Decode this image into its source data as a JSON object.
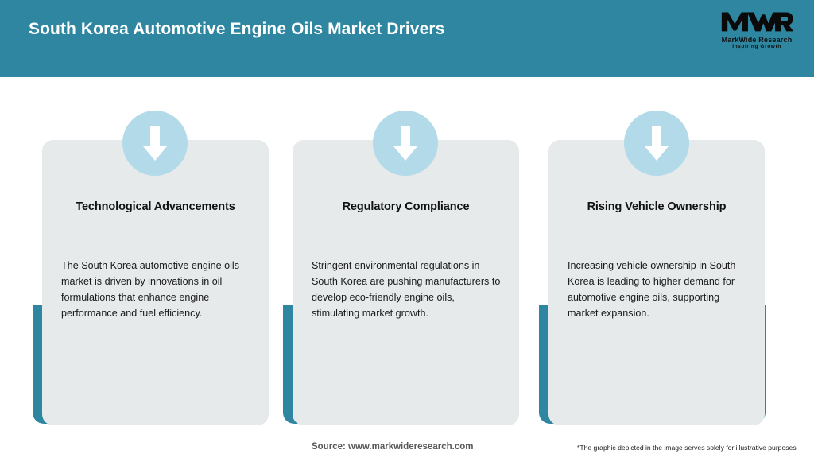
{
  "header": {
    "title": "South Korea Automotive Engine Oils Market Drivers",
    "band_color": "#2E86A0",
    "title_color": "#FFFFFF"
  },
  "logo": {
    "mark": "MWR",
    "name": "MarkWide Research",
    "tagline": "Inspiring Growth"
  },
  "colors": {
    "teal": "#2E86A0",
    "light_blue": "#B2DAE8",
    "card_bg": "#E6EAEB",
    "page_bg": "#FFFFFF",
    "text": "#111111",
    "footer_text": "#58595B"
  },
  "cards": [
    {
      "icon": "down-arrow-icon",
      "title": "Technological Advancements",
      "text": "The South Korea automotive engine oils market is driven by innovations in oil formulations that enhance engine performance and fuel efficiency."
    },
    {
      "icon": "down-arrow-icon",
      "title": "Regulatory Compliance",
      "text": "Stringent environmental regulations in South Korea are pushing manufacturers to develop eco-friendly engine oils, stimulating market growth."
    },
    {
      "icon": "down-arrow-icon",
      "title": "Rising Vehicle Ownership",
      "text": "Increasing vehicle ownership in South Korea is leading to higher demand for automotive engine oils, supporting market expansion."
    }
  ],
  "footer": {
    "source": "Source: www.markwideresearch.com",
    "disclaimer": "*The graphic depicted in the image serves solely for illustrative purposes"
  }
}
